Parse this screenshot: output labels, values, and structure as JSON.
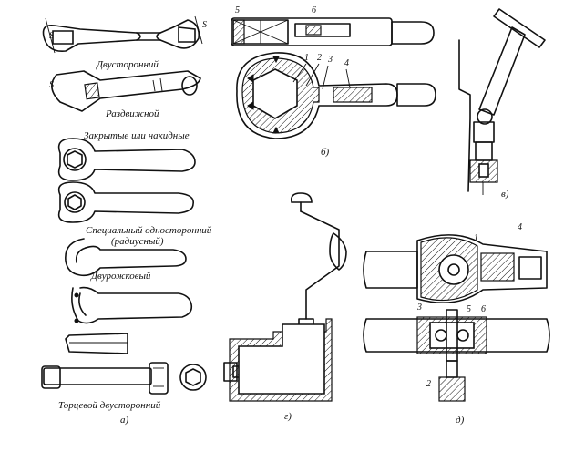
{
  "labels": {
    "double_open": "Двусторонний",
    "adjustable": "Раздвижной",
    "closed_ring": "Закрытые или накидные",
    "special_one_side_1": "Специальный односторонний",
    "special_one_side_2": "(радиусный)",
    "two_pin": "Двурожковый",
    "socket_double": "Торцевой двусторонний"
  },
  "sublabels": {
    "a": "а)",
    "b": "б)",
    "v": "в)",
    "g": "г)",
    "d": "д)"
  },
  "numbers": {
    "dim_s_top": "S",
    "dim_s_top_right": "S",
    "dim_s_adjust": "S",
    "b_5": "5",
    "b_6": "6",
    "b_1": "1",
    "b_2": "2",
    "b_3": "3",
    "b_4": "4",
    "d_1": "1",
    "d_4": "4",
    "d_5": "5",
    "d_6": "6",
    "d_3": "3",
    "d_2": "2"
  }
}
